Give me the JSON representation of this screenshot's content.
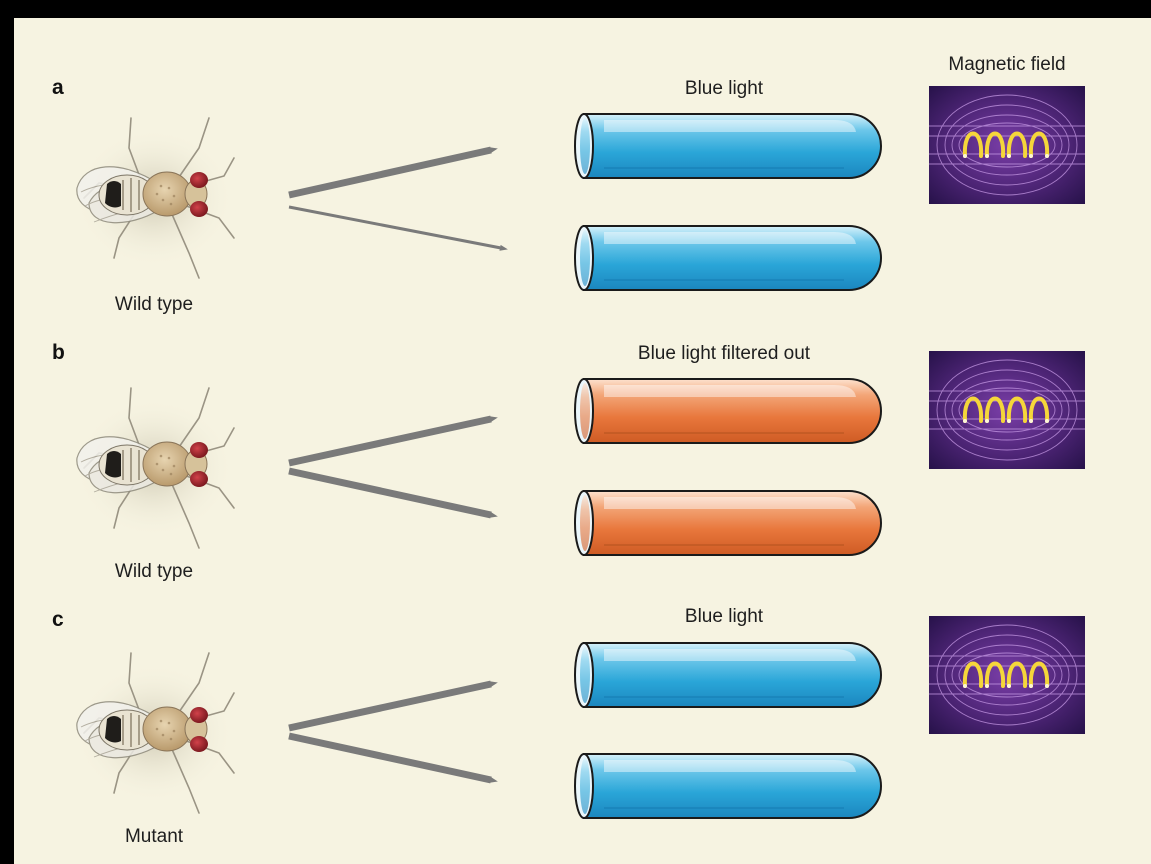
{
  "panels": [
    {
      "letter": "a",
      "fly_label": "Wild type",
      "condition_label": "Blue light",
      "field_label": "Magnetic field",
      "tube_color": "blue",
      "arrow_strength": [
        "strong",
        "weak"
      ]
    },
    {
      "letter": "b",
      "fly_label": "Wild type",
      "condition_label": "Blue light filtered out",
      "field_label": "",
      "tube_color": "orange",
      "arrow_strength": [
        "strong",
        "strong"
      ]
    },
    {
      "letter": "c",
      "fly_label": "Mutant",
      "condition_label": "Blue light",
      "field_label": "",
      "tube_color": "blue",
      "arrow_strength": [
        "strong",
        "strong"
      ]
    }
  ],
  "colors": {
    "background": "#f6f3e1",
    "frame": "#000000",
    "arrow": "#7a7a7a",
    "blue_tube": "#2aa6d8",
    "orange_tube": "#e8773c",
    "field_background": "#3c1d63",
    "coil": "#f5d63a"
  }
}
